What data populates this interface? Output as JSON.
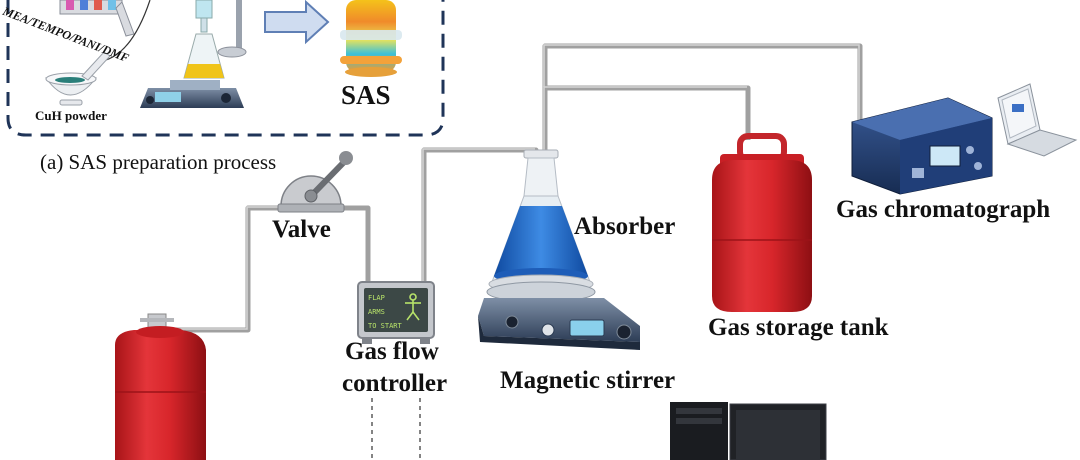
{
  "labels": {
    "valve": "Valve",
    "absorber": "Absorber",
    "gas_chromatograph": "Gas chromatograph",
    "gas_storage_tank": "Gas storage tank",
    "magnetic_stirrer": "Magnetic stirrer",
    "gas_flow_controller_line1": "Gas flow",
    "gas_flow_controller_line2": "controller",
    "sas": "SAS",
    "caption": "(a) SAS preparation process",
    "cuh_powder": "CuH powder",
    "reagents": "MEA/TEMPO/PANI/DMF"
  },
  "controller_screen": {
    "line1": "FLAP",
    "line2": "ARMS",
    "line3": "TO START"
  },
  "colors": {
    "pipe": "#9a9a9a",
    "dashed_box": "#1f3458",
    "arrow_fill": "#cfdcf0",
    "arrow_stroke": "#5f7fb5",
    "cylinder_red": "#d8262b",
    "absorber_blue": "#1f66c6",
    "sas_yellow": "#f2c21c"
  }
}
